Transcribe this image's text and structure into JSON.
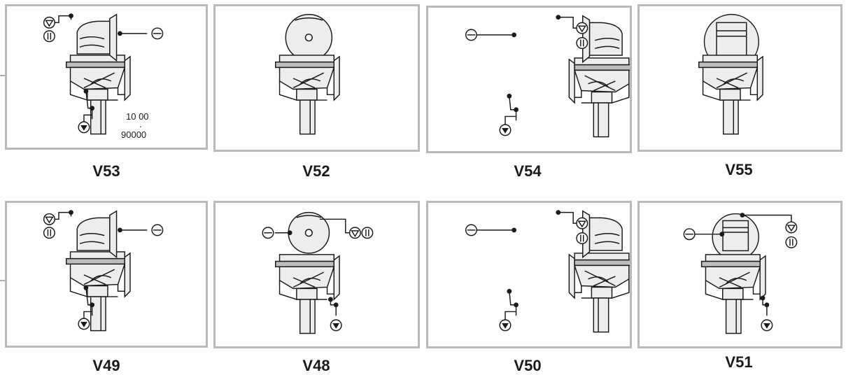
{
  "panels": [
    {
      "label": "V53",
      "variant": "A",
      "note_top": "10  00",
      "note_mid": ".",
      "note_bottom": "90000"
    },
    {
      "label": "V52",
      "variant": "B"
    },
    {
      "label": "V54",
      "variant": "C"
    },
    {
      "label": "V55",
      "variant": "D"
    },
    {
      "label": "V49",
      "variant": "A"
    },
    {
      "label": "V48",
      "variant": "E"
    },
    {
      "label": "V50",
      "variant": "C"
    },
    {
      "label": "V51",
      "variant": "F"
    }
  ],
  "colors": {
    "frame": "#b9b9b9",
    "line": "#1a1a1a",
    "fill": "#ededed",
    "dark": "#bdbdbd"
  }
}
